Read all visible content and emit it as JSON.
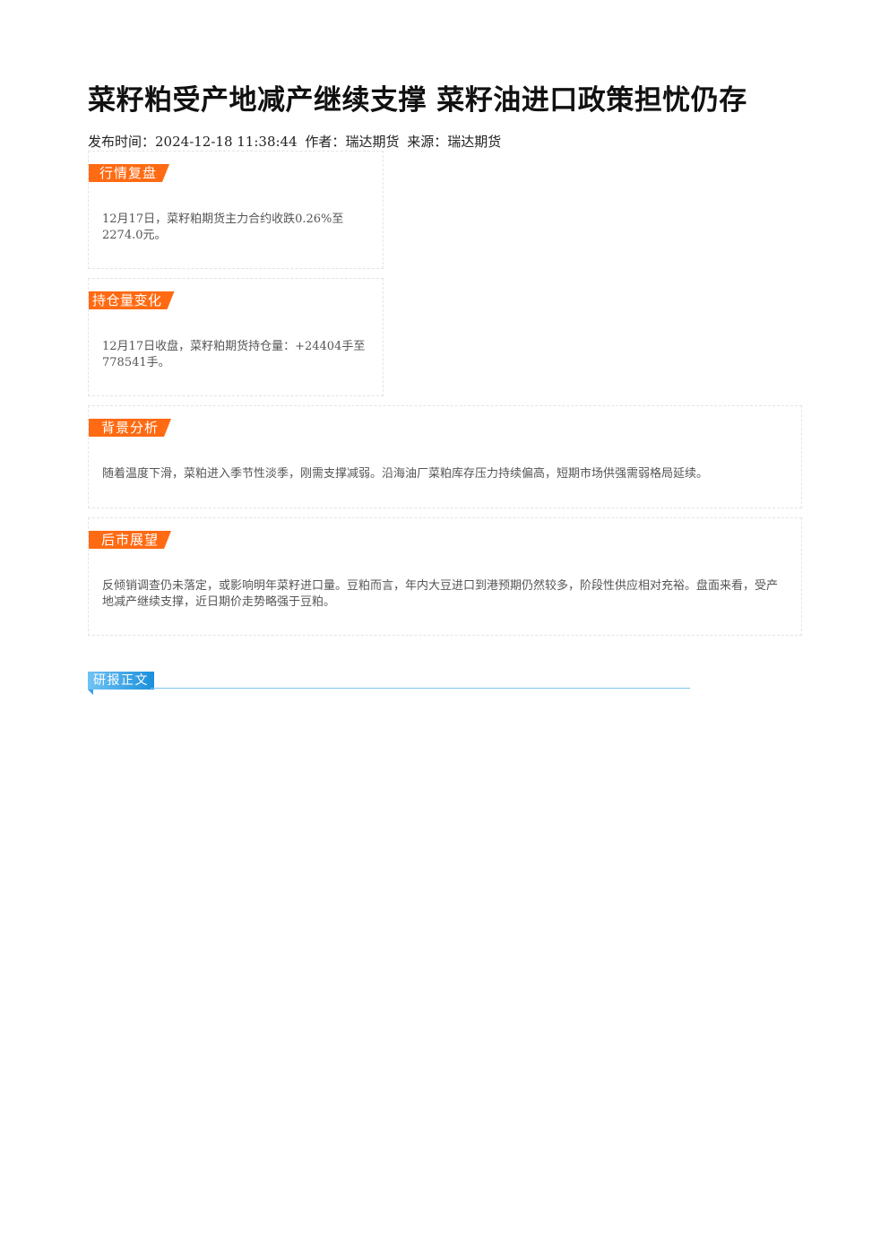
{
  "article": {
    "title": "菜籽粕受产地减产继续支撑 菜籽油进口政策担忧仍存",
    "meta": {
      "publish_label": "发布时间：",
      "publish_time": "2024-12-18 11:38:44",
      "author_label": "作者：",
      "author": "瑞达期货",
      "source_label": "来源：",
      "source": "瑞达期货"
    }
  },
  "sections": {
    "market_review": {
      "tag": "行情复盘",
      "text": "12月17日，菜籽粕期货主力合约收跌0.26%至2274.0元。"
    },
    "position_change": {
      "tag": "持仓量变化",
      "text": "12月17日收盘，菜籽粕期货持仓量：+24404手至778541手。"
    },
    "background": {
      "tag": "背景分析",
      "text": "随着温度下滑，菜粕进入季节性淡季，刚需支撑减弱。沿海油厂菜粕库存压力持续偏高，短期市场供强需弱格局延续。"
    },
    "outlook": {
      "tag": "后市展望",
      "text": "反倾销调查仍未落定，或影响明年菜籽进口量。豆粕而言，年内大豆进口到港预期仍然较多，阶段性供应相对充裕。盘面来看，受产地减产继续支撑，近日期价走势略强于豆粕。"
    }
  },
  "report_section": {
    "label": "研报正文"
  }
}
